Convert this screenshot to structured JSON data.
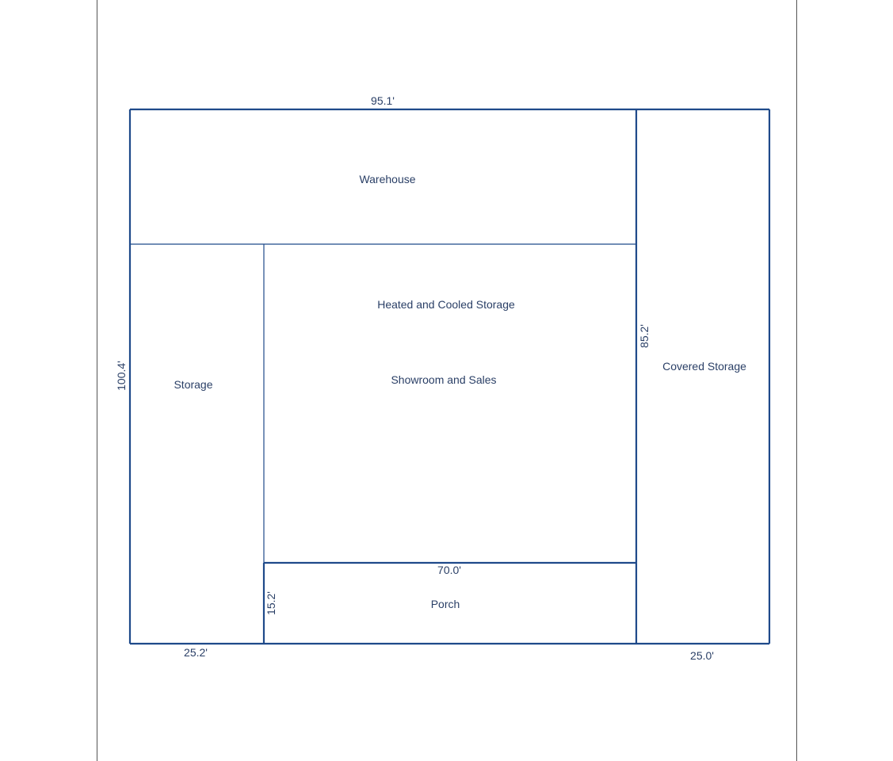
{
  "colors": {
    "line": "#1f4a8a",
    "text": "#2a3f66",
    "page_border": "#555555"
  },
  "areas": {
    "warehouse": "Warehouse",
    "heated_cooled": "Heated and Cooled Storage",
    "showroom": "Showroom and Sales",
    "storage": "Storage",
    "covered_storage": "Covered Storage",
    "porch": "Porch"
  },
  "dimensions": {
    "top_width": "95.1'",
    "left_height": "100.4'",
    "storage_width": "25.2'",
    "covered_height": "85.2'",
    "covered_width": "25.0'",
    "porch_width": "70.0'",
    "porch_height": "15.2'"
  }
}
